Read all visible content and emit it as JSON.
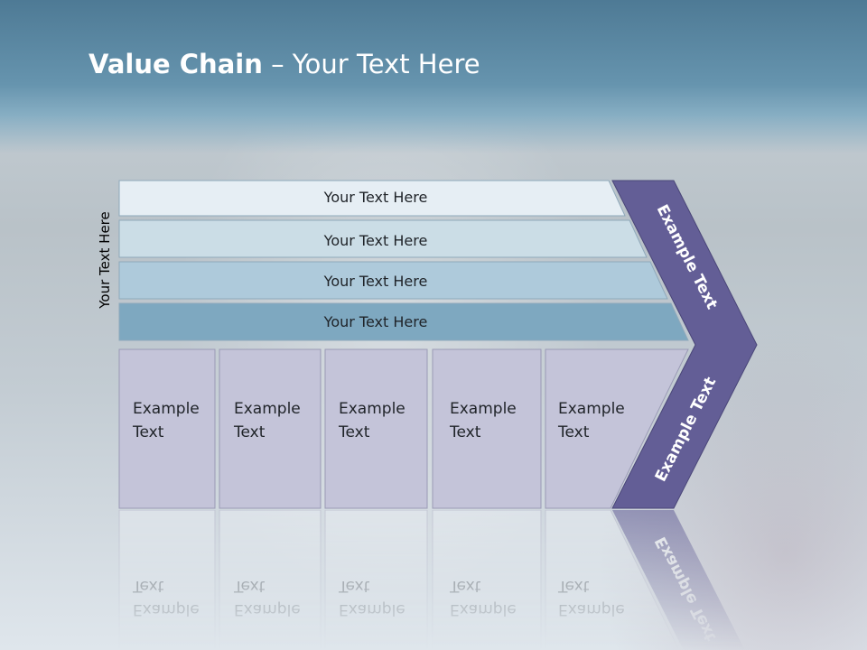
{
  "title": {
    "bold": "Value Chain",
    "rest": " – Your Text Here"
  },
  "side_label": "Your Text Here",
  "support_bars": [
    {
      "label": "Your Text Here",
      "color": "#e6eef4"
    },
    {
      "label": "Your Text Here",
      "color": "#cbdde6"
    },
    {
      "label": "Your Text Here",
      "color": "#aecadb"
    },
    {
      "label": "Your Text Here",
      "color": "#7ea8c0"
    }
  ],
  "primary_columns": [
    {
      "line1": "Example",
      "line2": "Text"
    },
    {
      "line1": "Example",
      "line2": "Text"
    },
    {
      "line1": "Example",
      "line2": "Text"
    },
    {
      "line1": "Example",
      "line2": "Text"
    },
    {
      "line1": "Example",
      "line2": "Text"
    }
  ],
  "chevron": {
    "top_label": "Example Text",
    "bottom_label": "Example Text",
    "color": "#635e96"
  },
  "column_color": "#c4c4d9",
  "reflection_color": "#e6ebf0"
}
